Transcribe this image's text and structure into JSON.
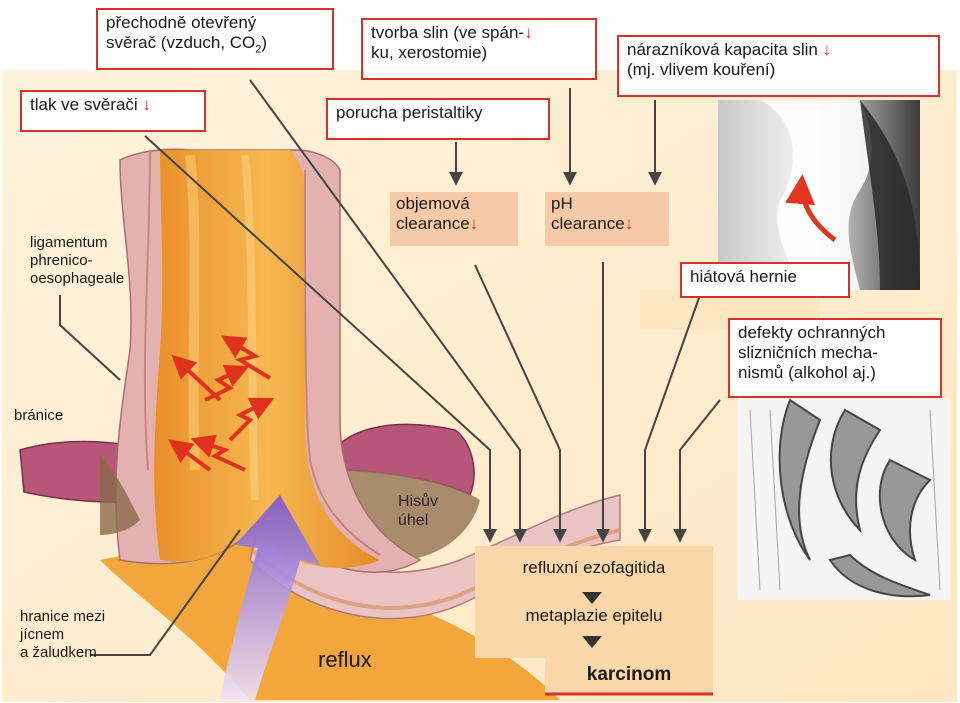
{
  "labels": {
    "sphincter_open": "přechodně otevřený",
    "sphincter_open_2": "svěrač (vzduch, CO",
    "sphincter_open_sub": "2",
    "sphincter_open_end": ")",
    "saliva_production": "tvorba slin (ve spán-",
    "saliva_production_2": "ku, xerostomie)",
    "buffer_capacity": "nárazníková kapacita slin",
    "buffer_capacity_2": "(mj. vlivem kouření)",
    "sphincter_pressure": "tlak ve svěrači",
    "peristalsis": "porucha peristaltiky",
    "volume_clearance": "objemová",
    "volume_clearance_2": "clearance",
    "ph_clearance": "pH",
    "ph_clearance_2": "clearance",
    "hiatal_hernia": "hiátová hernie",
    "defects": "defekty ochranných",
    "defects_2": "slizničních mecha-",
    "defects_3": "nismů (alkohol aj.)",
    "ligament": "ligamentum",
    "ligament_2": "phrenico-",
    "ligament_3": "oesophageale",
    "diaphragm": "bránice",
    "his_angle": "Hisův",
    "his_angle_2": "úhel",
    "boundary": "hranice mezi",
    "boundary_2": "jícnem",
    "boundary_3": "a žaludkem",
    "reflux": "reflux",
    "chain_1": "refluxní ezofagitida",
    "chain_2": "metaplazie epitelu",
    "chain_3": "karcinom"
  },
  "decrease_marker": "↓",
  "colors": {
    "label_border": "#d9302a",
    "decrease_arrow": "#e0301e",
    "clearance_bg": "#f6c9a8",
    "chain_bg": "#f9d7a8",
    "esophagus": "#f2a93f",
    "reflux_arrow": "#8c6ad6"
  }
}
